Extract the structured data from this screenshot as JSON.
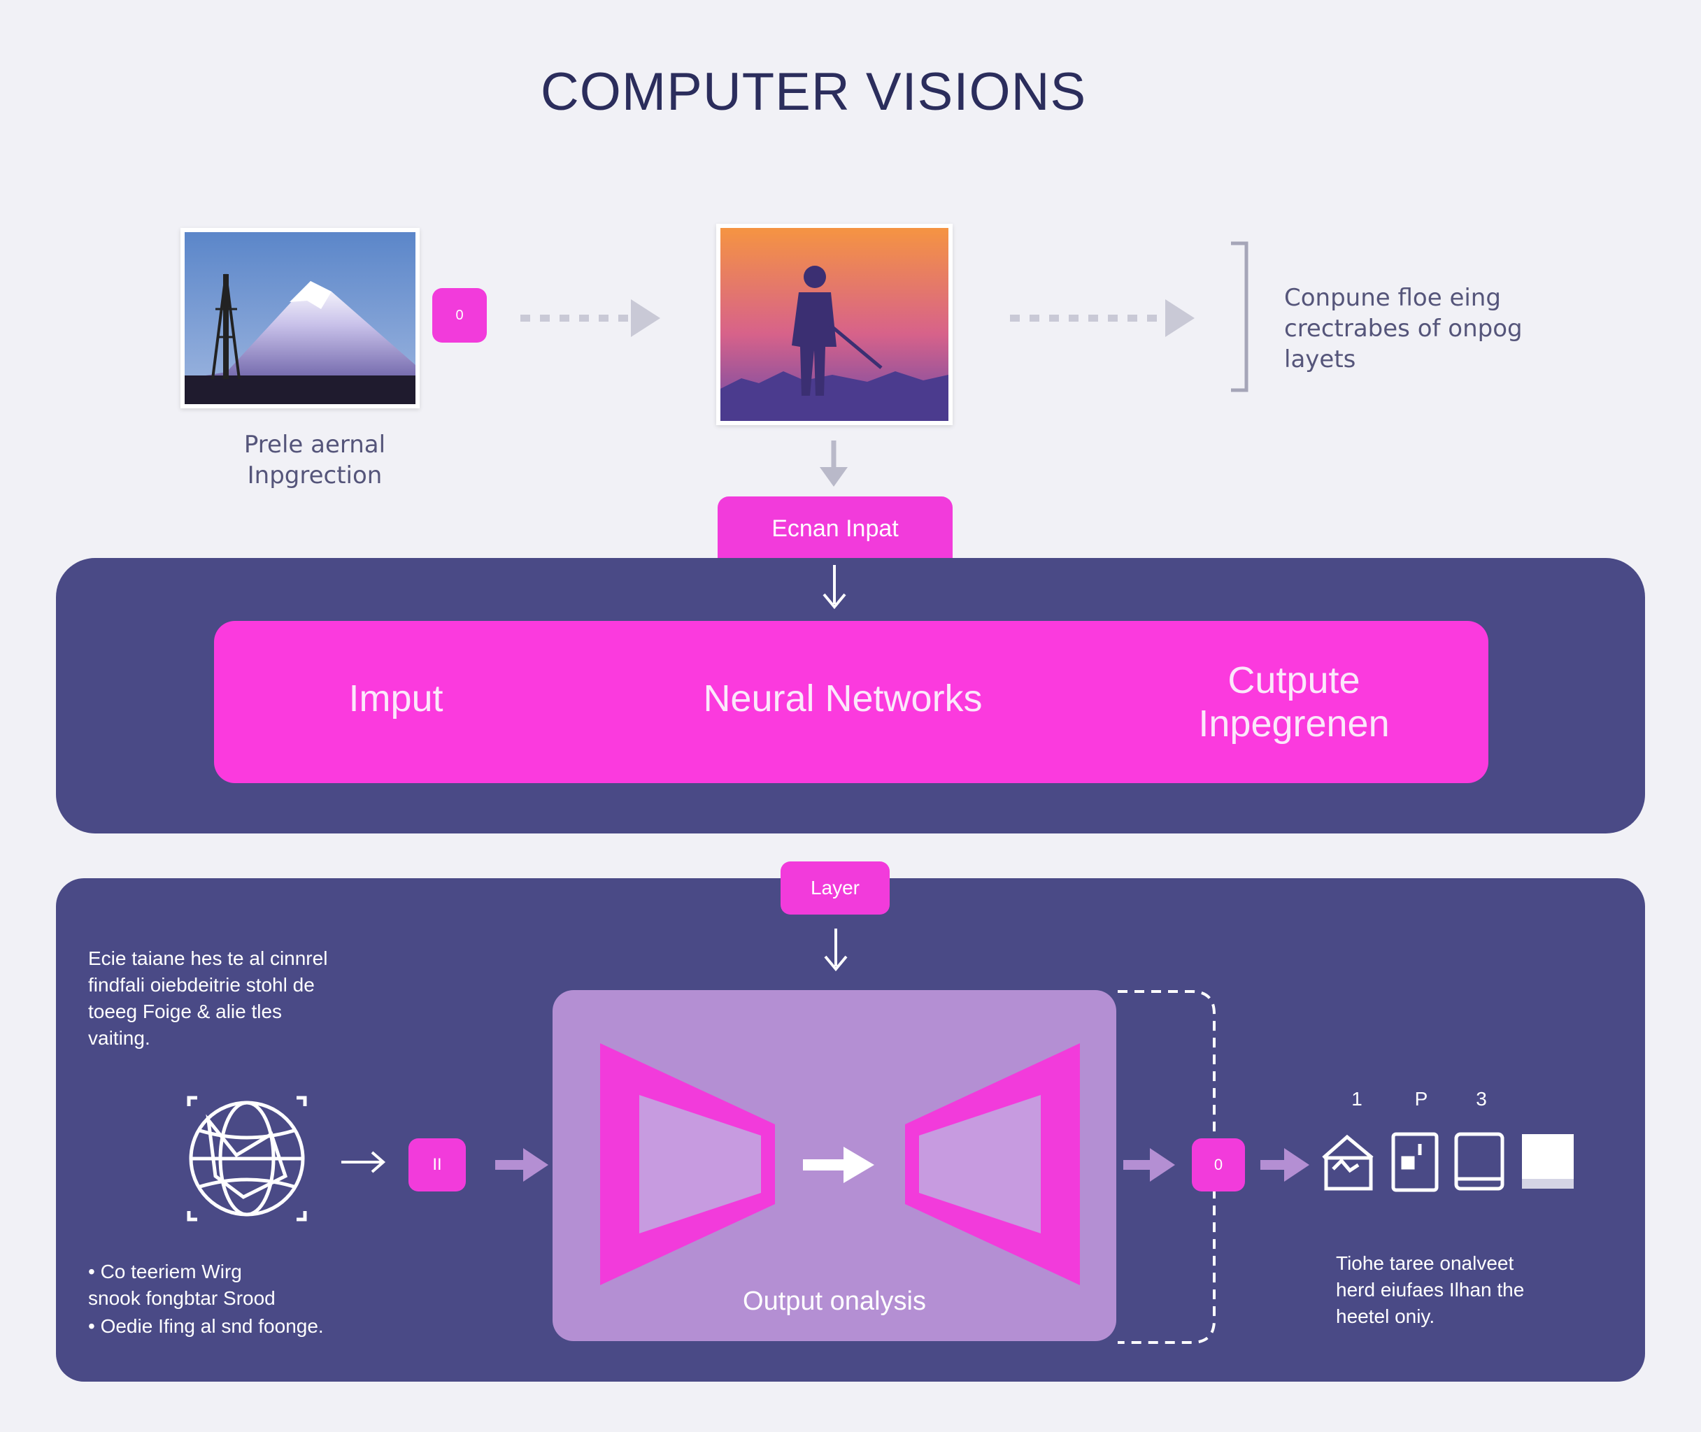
{
  "title": "COMPUTER VISIONS",
  "top_row": {
    "image1_caption": "Prele aernal\nInpgrection",
    "chip1_label": "0",
    "right_note": "Conpune floe eing\ncrectrabes of onpog\nlayets"
  },
  "mid_chip_label": "Ecnan Inpat",
  "pipeline": {
    "stage1": "Imput",
    "stage2": "Neural Networks",
    "stage3": "Cutpute\nInpegrenen"
  },
  "lower_panel": {
    "chip_label": "Layer",
    "intro_text": "Ecie taiane hes te al cinnrel\nfindfali oiebdeitrie stohl de\ntoeeg Foige & alie tles\nvaiting.",
    "node_chip_left": "II",
    "node_chip_right": "0",
    "decoder_caption": "Output onalysis",
    "bullets": [
      "• Co teeriem Wirg\n   snook fongbtar Srood",
      "• Oedie Ifing al snd foonge."
    ],
    "output_numbers": [
      "1",
      "P",
      "3"
    ],
    "output_caption": "Tiohe taree onalveet\nherd eiufaes Ilhan the\nheetel oniy."
  },
  "colors": {
    "background": "#f1f1f6",
    "panel": "#4a4a86",
    "magenta": "#fb3ade",
    "lavender": "#b48fd3",
    "arrow_light": "#c9c9d6"
  },
  "icons": [
    "globe-network-icon",
    "encoder-trapezoid-icon",
    "decoder-trapezoid-icon",
    "document-output-icon"
  ]
}
